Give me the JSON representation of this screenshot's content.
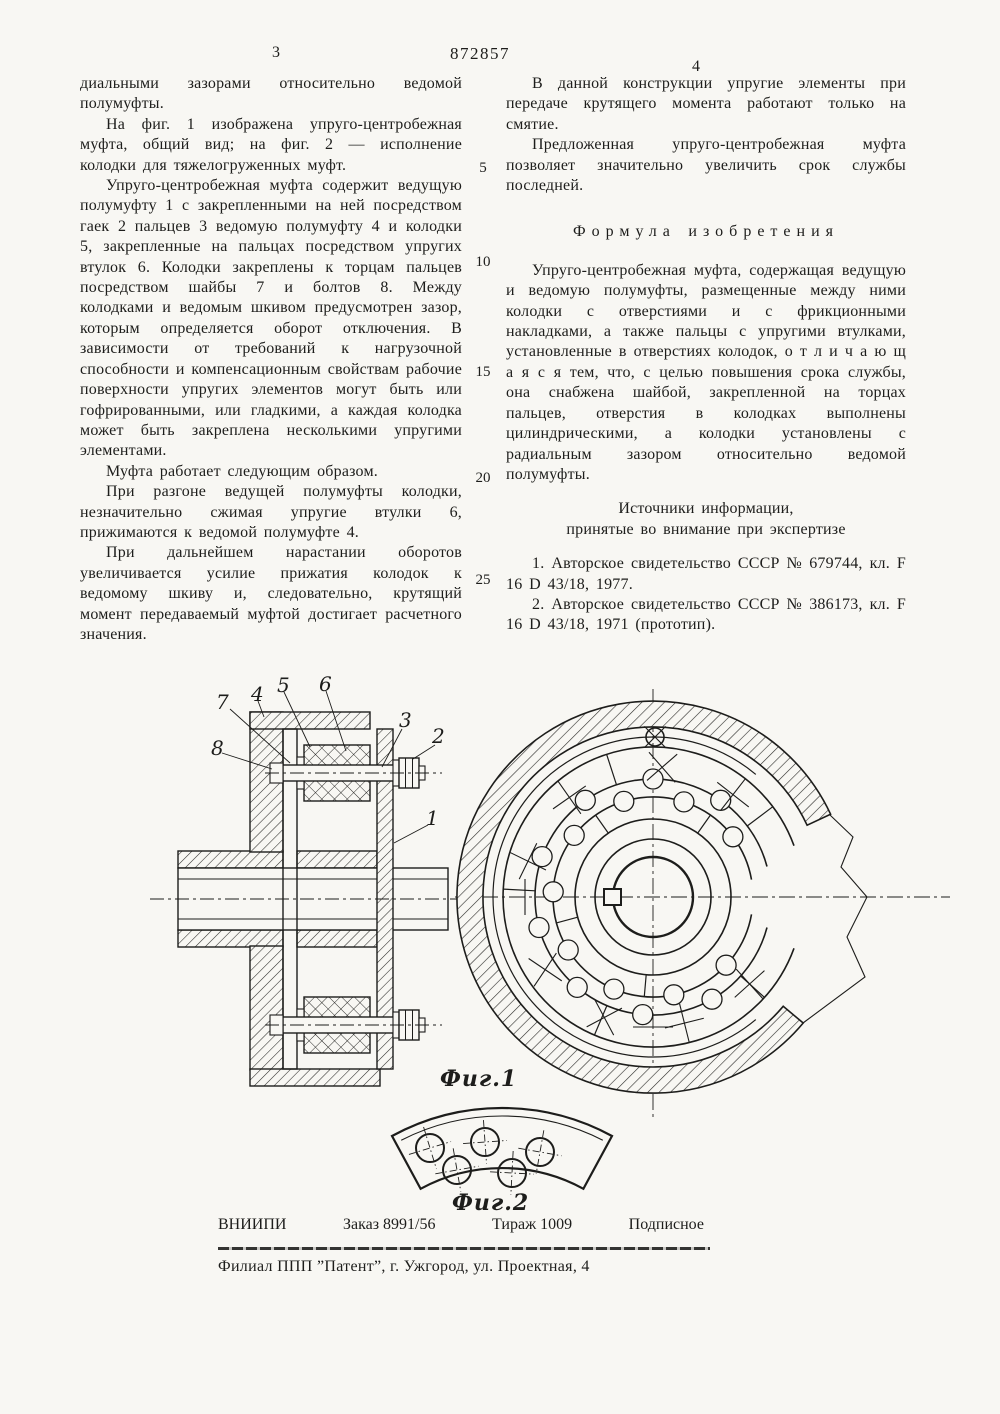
{
  "page": {
    "left_page_number": "3",
    "patent_number": "872857",
    "right_page_number": "4",
    "margin_line_numbers": [
      "5",
      "10",
      "15",
      "20",
      "25"
    ]
  },
  "left_column": {
    "paragraphs": [
      "диальными зазорами относительно ведомой полумуфты.",
      "На фиг. 1 изображена упруго-центробежная муфта, общий вид; на фиг. 2 — исполнение колодки для тяжелогруженных муфт.",
      "Упруго-центробежная муфта содержит ведущую полумуфту 1 с закрепленными на ней посредством гаек 2 пальцев 3 ведомую полумуфту 4 и колодки 5, закрепленные на пальцах посредством упругих втулок 6. Колодки закреплены к торцам пальцев посредством шайбы 7 и болтов 8. Между колодками и ведомым шкивом предусмотрен зазор, которым определяется оборот отключения. В зависимости от требований к нагрузочной способности и компенсационным свойствам рабочие поверхности упругих элементов могут быть или гофрированными, или гладкими, а каждая колодка может быть закреплена несколькими упругими элементами.",
      "Муфта работает следующим образом.",
      "При разгоне ведущей полумуфты колодки, незначительно сжимая упругие втулки 6, прижимаются к ведомой полумуфте 4.",
      "При дальнейшем нарастании оборотов увеличивается усилие прижатия колодок к ведомому шкиву и, следовательно, крутящий момент передаваемый муфтой достигает расчетного значения."
    ]
  },
  "right_column": {
    "paragraphs": [
      "В данной конструкции упругие элементы при передаче крутящего момента работают только на смятие.",
      "Предложенная упруго-центробежная муфта позволяет значительно увеличить срок службы последней."
    ],
    "claims_heading": "Формула изобретения",
    "claim": "Упруго-центробежная муфта, содержащая ведущую и ведомую полумуфты, размещенные между ними колодки с отверстиями и с фрикционными накладками, а также пальцы с упругими втулками, установленные в отверстиях колодок, о т л и ч а ю щ а я с я  тем, что, с целью повышения срока службы, она снабжена шайбой, закрепленной на торцах пальцев, отверстия в колодках выполнены цилиндрическими, а колодки установлены с радиальным зазором относительно ведомой полумуфты.",
    "sources_heading_line1": "Источники информации,",
    "sources_heading_line2": "принятые во внимание при экспертизе",
    "references": [
      "1. Авторское свидетельство СССР № 679744, кл. F 16 D 43/18, 1977.",
      "2. Авторское свидетельство СССР № 386173, кл. F 16 D 43/18, 1971 (прототип)."
    ]
  },
  "figures": {
    "fig1_label": "Фиг.1",
    "fig2_label": "Фиг.2",
    "callouts": {
      "c1": "1",
      "c2": "2",
      "c3": "3",
      "c4": "4",
      "c5": "5",
      "c6": "6",
      "c7": "7",
      "c8": "8"
    }
  },
  "footer": {
    "org": "ВНИИПИ",
    "order": "Заказ 8991/56",
    "tirage": "Тираж 1009",
    "subscription": "Подписное",
    "branch_line": "Филиал ППП ”Патент”, г. Ужгород, ул. Проектная, 4"
  },
  "colors": {
    "paper": "#f8f7f3",
    "ink": "#1d1d1b"
  }
}
